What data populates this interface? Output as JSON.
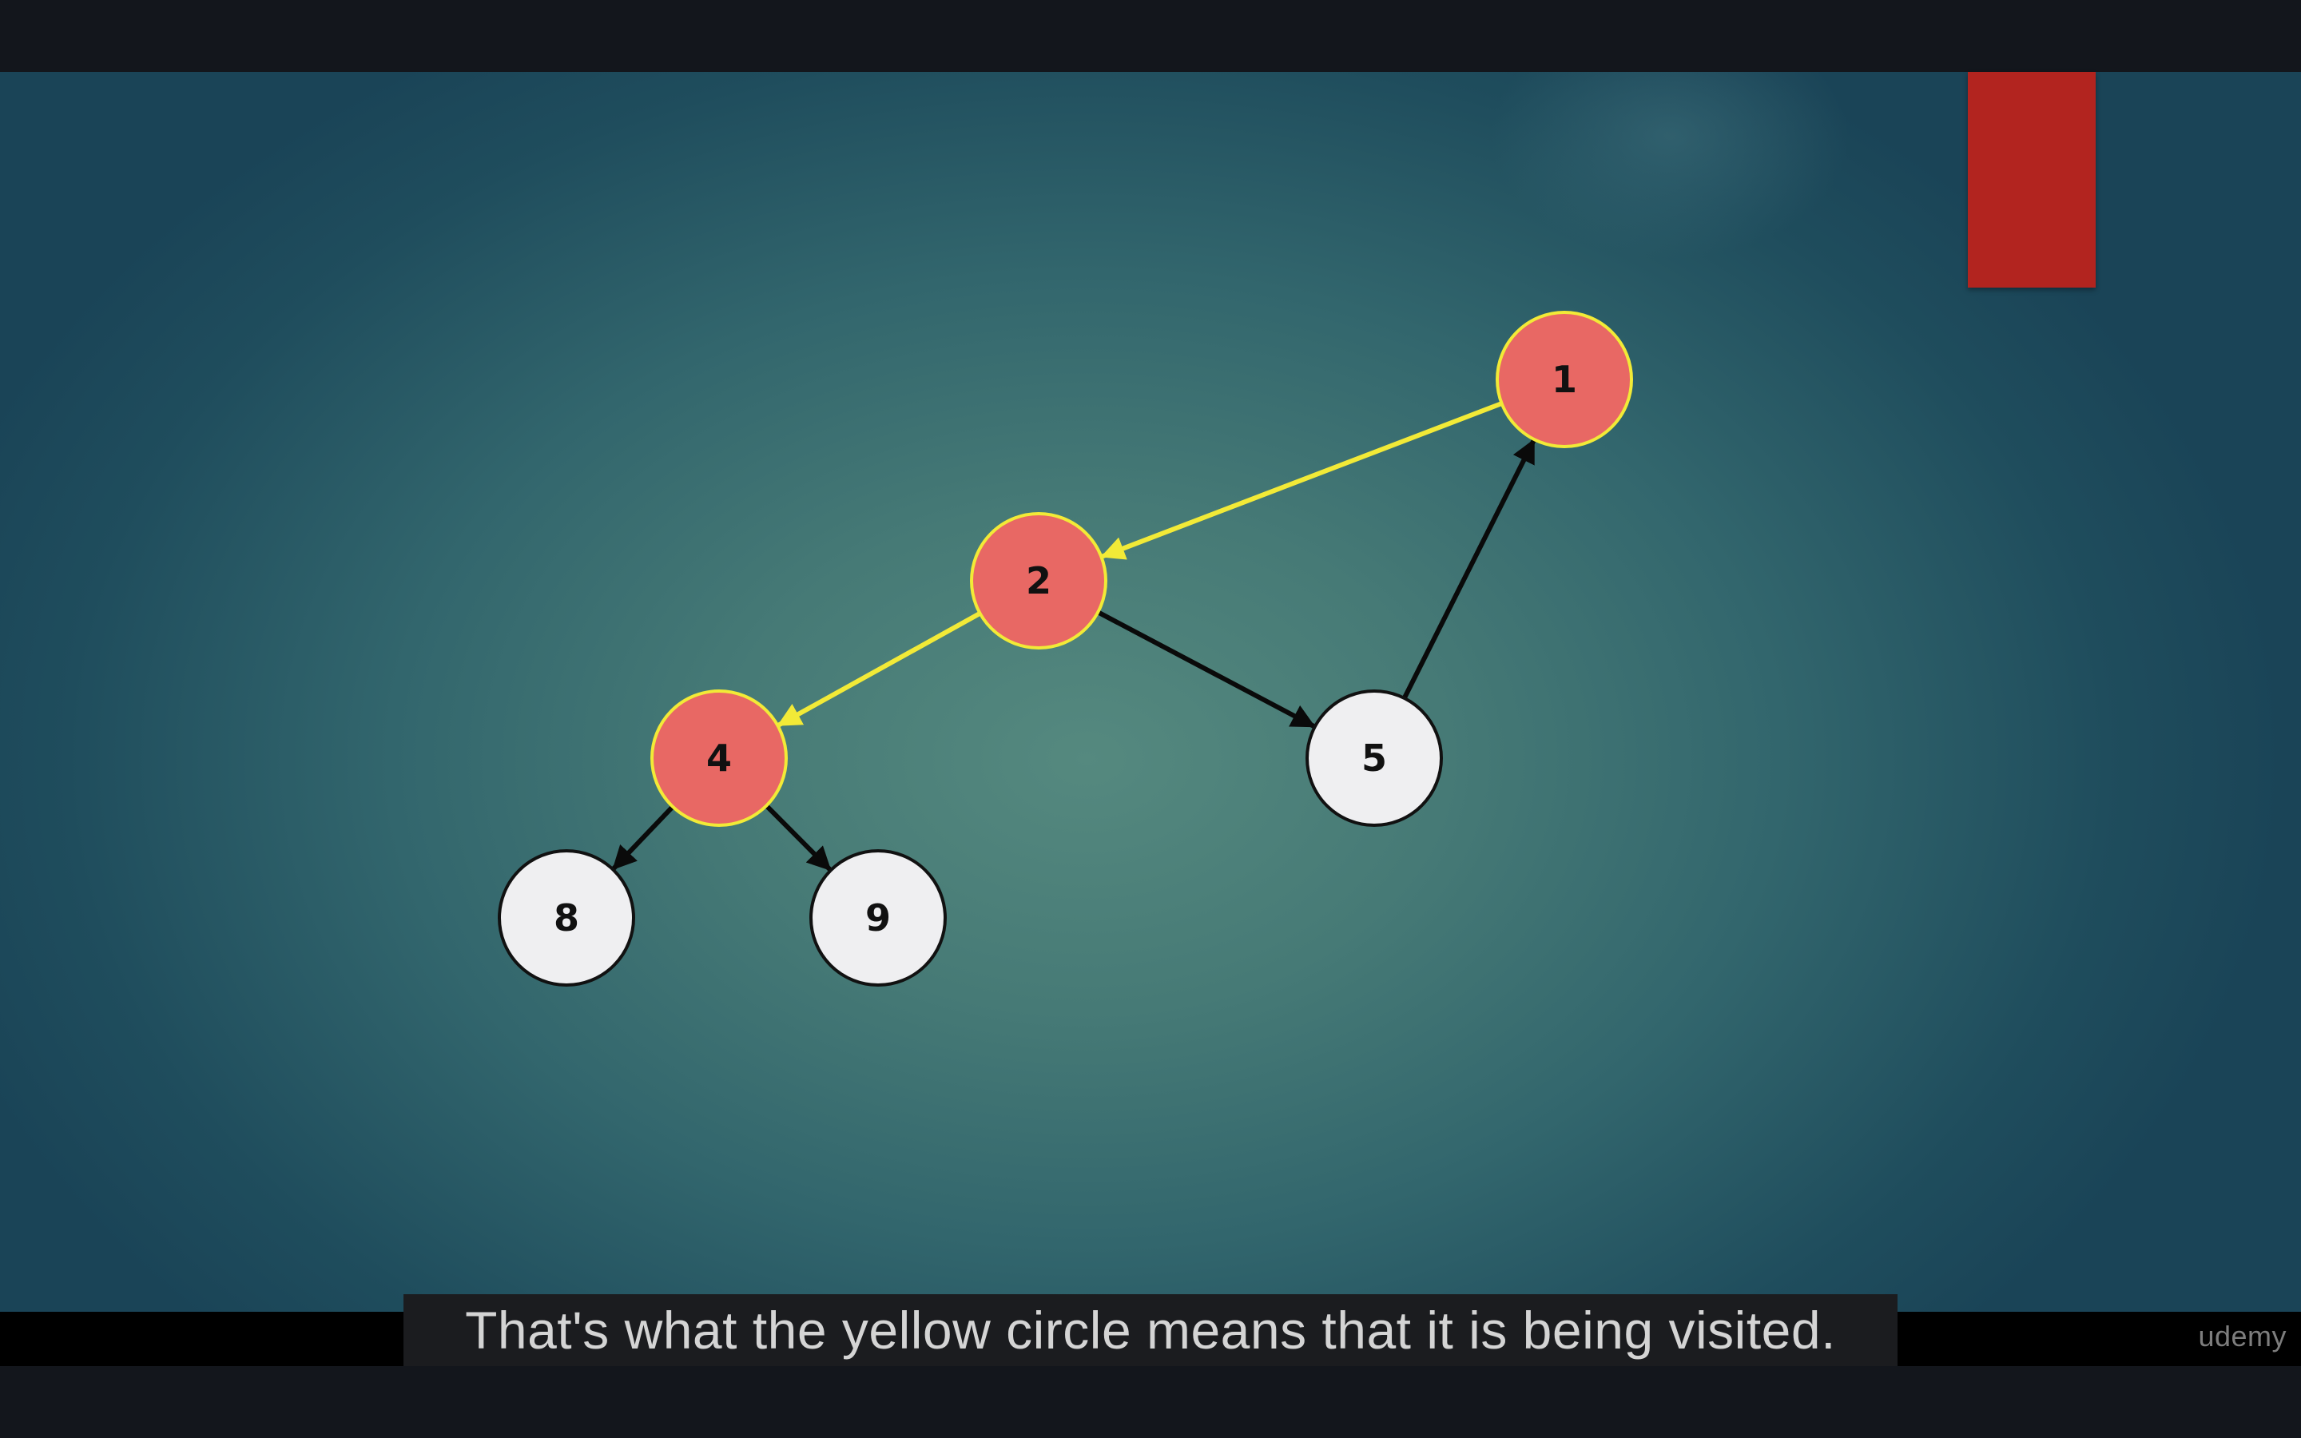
{
  "caption": {
    "text": "That's what the yellow circle means that it is being visited."
  },
  "watermark": {
    "text": "udemy"
  },
  "colors": {
    "visited_fill": "#e86864",
    "visited_stroke": "#f2ea37",
    "unvisited_fill": "#efeff1",
    "unvisited_stroke": "#111111",
    "visited_edge": "#f2ea37",
    "normal_edge": "#0a0a0a",
    "red_tab": "#b2241f"
  },
  "graph": {
    "nodes": [
      {
        "id": "1",
        "label": "1",
        "visited": true
      },
      {
        "id": "2",
        "label": "2",
        "visited": true
      },
      {
        "id": "4",
        "label": "4",
        "visited": true
      },
      {
        "id": "5",
        "label": "5",
        "visited": false
      },
      {
        "id": "8",
        "label": "8",
        "visited": false
      },
      {
        "id": "9",
        "label": "9",
        "visited": false
      }
    ],
    "edges": [
      {
        "from": "1",
        "to": "2",
        "highlighted": true
      },
      {
        "from": "2",
        "to": "4",
        "highlighted": true
      },
      {
        "from": "2",
        "to": "5",
        "highlighted": false
      },
      {
        "from": "5",
        "to": "1",
        "highlighted": false
      },
      {
        "from": "4",
        "to": "8",
        "highlighted": false
      },
      {
        "from": "4",
        "to": "9",
        "highlighted": false
      }
    ]
  }
}
